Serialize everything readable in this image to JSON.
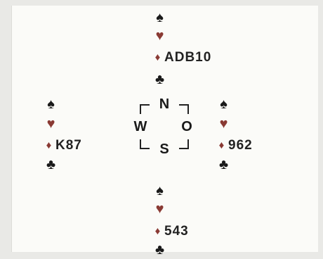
{
  "directions": {
    "north": "N",
    "south": "S",
    "west": "W",
    "east": "O"
  },
  "hands": {
    "north": {
      "spades": "",
      "hearts": "",
      "diamonds": "ADB10",
      "clubs": ""
    },
    "west": {
      "spades": "",
      "hearts": "",
      "diamonds": "K87",
      "clubs": ""
    },
    "east": {
      "spades": "",
      "hearts": "",
      "diamonds": "962",
      "clubs": ""
    },
    "south": {
      "spades": "",
      "hearts": "",
      "diamonds": "543",
      "clubs": ""
    }
  },
  "suit_symbols": {
    "spades": "♠",
    "hearts": "♥",
    "diamonds": "♦",
    "clubs": "♣"
  },
  "colors": {
    "black_suit": "#1a1a1a",
    "red_suit": "#8a3a34"
  }
}
